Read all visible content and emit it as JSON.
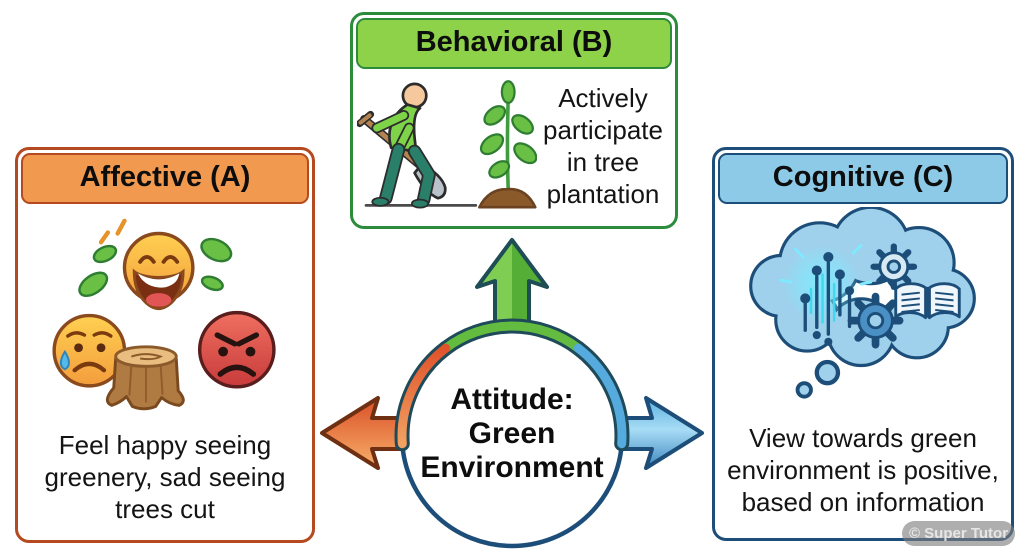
{
  "diagram": {
    "center": {
      "title_lines": [
        "Attitude:",
        "Green",
        "Environment"
      ],
      "circle_color": "#1d4e79",
      "arrows": {
        "up": {
          "points_to": "Behavioral (B)",
          "color": "#63bb3f"
        },
        "left": {
          "points_to": "Affective (A)",
          "color": "#e2572b"
        },
        "right": {
          "points_to": "Cognitive (C)",
          "color": "#55abdd"
        }
      }
    },
    "boxes": {
      "affective": {
        "header": "Affective (A)",
        "body_text": "Feel happy seeing greenery, sad seeing trees cut",
        "header_color": "#f0994f",
        "border_color": "#b5491f",
        "icons": [
          "laughing-emoji",
          "leaves",
          "sparkle",
          "worried-crying-emoji",
          "teardrop",
          "tree-stump",
          "angry-emoji"
        ]
      },
      "behavioral": {
        "header": "Behavioral (B)",
        "body_text": "Actively participate in tree plantation",
        "header_color": "#8ed24a",
        "border_color": "#2d8c3c",
        "icons": [
          "person-planting-with-shovel",
          "sapling",
          "soil-mound"
        ]
      },
      "cognitive": {
        "header": "Cognitive (C)",
        "body_text": "View towards green environment is positive, based on information",
        "header_color": "#8dcae7",
        "border_color": "#1d4e79",
        "icons": [
          "thought-cloud",
          "gear",
          "gear",
          "open-book",
          "data-glow",
          "thought-bubbles"
        ]
      }
    },
    "watermark": "© Super Tutor"
  }
}
